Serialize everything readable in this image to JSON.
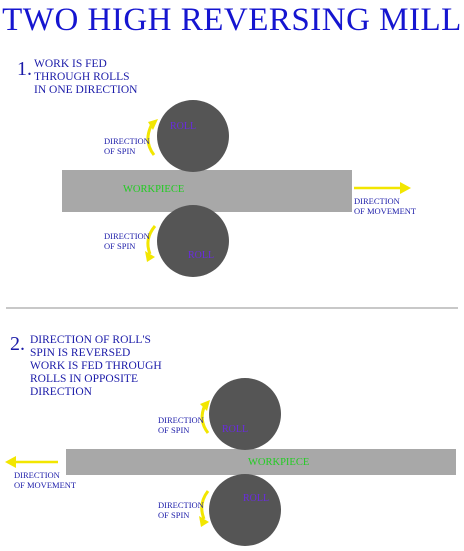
{
  "title": "TWO HIGH REVERSING MILL",
  "step1": {
    "number": "1.",
    "lines": [
      "WORK IS FED",
      "THROUGH ROLLS",
      "IN ONE DIRECTION"
    ],
    "top_roll": {
      "label": "ROLL",
      "spin_label": [
        "DIRECTION",
        "OF SPIN"
      ]
    },
    "bottom_roll": {
      "label": "ROLL",
      "spin_label": [
        "DIRECTION",
        "OF SPIN"
      ]
    },
    "workpiece_label": "WORKPIECE",
    "movement_label": [
      "DIRECTION",
      "OF MOVEMENT"
    ]
  },
  "step2": {
    "number": "2.",
    "lines": [
      "DIRECTION OF ROLL'S",
      "SPIN IS REVERSED",
      "WORK IS FED THROUGH",
      "ROLLS IN OPPOSITE",
      "DIRECTION"
    ],
    "top_roll": {
      "label": "ROLL",
      "spin_label": [
        "DIRECTION",
        "OF SPIN"
      ]
    },
    "bottom_roll": {
      "label": "ROLL",
      "spin_label": [
        "DIRECTION",
        "OF SPIN"
      ]
    },
    "workpiece_label": "WORKPIECE",
    "movement_label": [
      "DIRECTION",
      "OF MOVEMENT"
    ]
  },
  "colors": {
    "title": "#1515d0",
    "text": "#1a1aa8",
    "roll": "#555555",
    "workpiece": "#a8a8a8",
    "arrow": "#f2e600",
    "workpiece_text": "#22cc22",
    "roll_text": "#6a2be0"
  }
}
